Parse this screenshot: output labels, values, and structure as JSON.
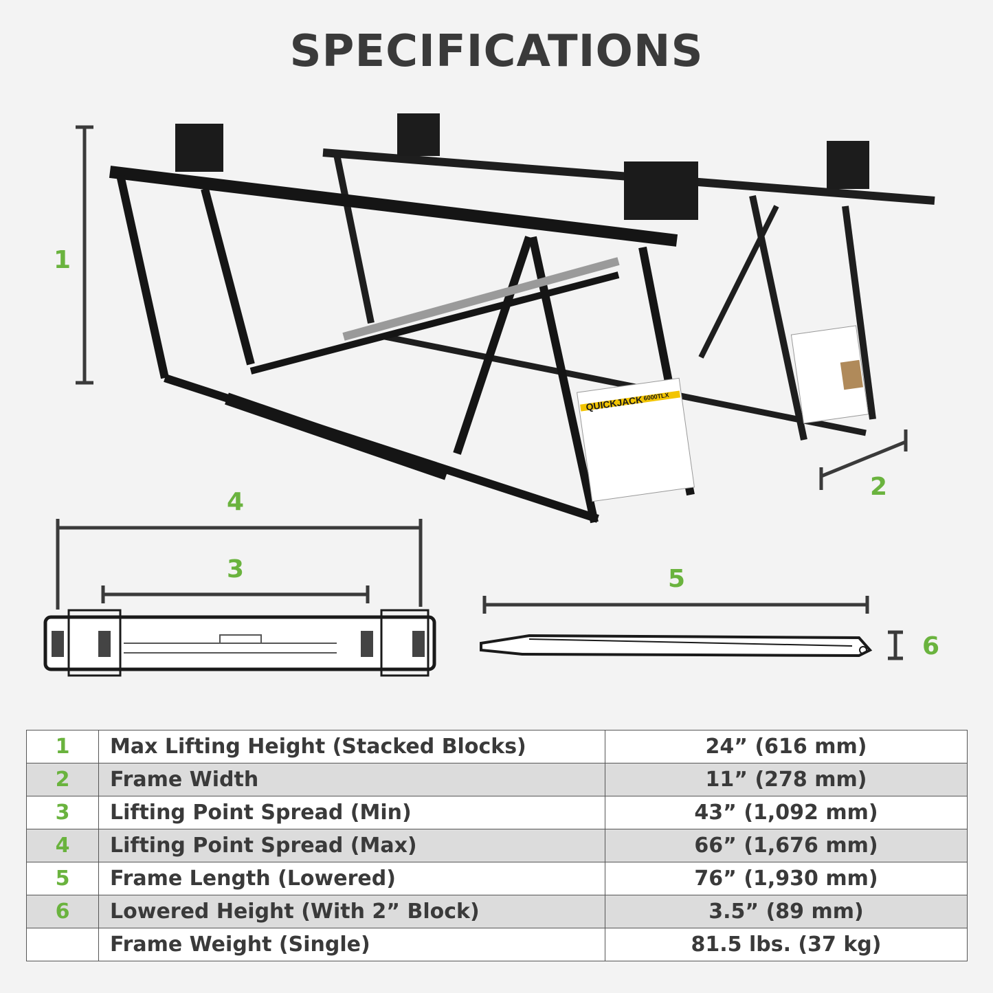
{
  "title": "SPECIFICATIONS",
  "dimension_labels": {
    "d1": "1",
    "d2": "2",
    "d3": "3",
    "d4": "4",
    "d5": "5",
    "d6": "6"
  },
  "product_labels": {
    "brand": "QUICKJACK",
    "model": "6000TLX"
  },
  "colors": {
    "accent_green": "#6ab33e",
    "text_dark": "#3a3a3a",
    "row_shaded": "#dcdcdc"
  },
  "specs": [
    {
      "num": "1",
      "label": "Max Lifting Height (Stacked Blocks)",
      "value": "24” (616 mm)"
    },
    {
      "num": "2",
      "label": "Frame Width",
      "value": "11” (278 mm)"
    },
    {
      "num": "3",
      "label": "Lifting Point Spread (Min)",
      "value": "43” (1,092 mm)"
    },
    {
      "num": "4",
      "label": "Lifting Point Spread (Max)",
      "value": "66” (1,676 mm)"
    },
    {
      "num": "5",
      "label": "Frame Length (Lowered)",
      "value": "76” (1,930 mm)"
    },
    {
      "num": "6",
      "label": "Lowered Height (With 2” Block)",
      "value": "3.5” (89 mm)"
    },
    {
      "num": "",
      "label": "Frame Weight (Single)",
      "value": "81.5 lbs. (37 kg)"
    }
  ]
}
